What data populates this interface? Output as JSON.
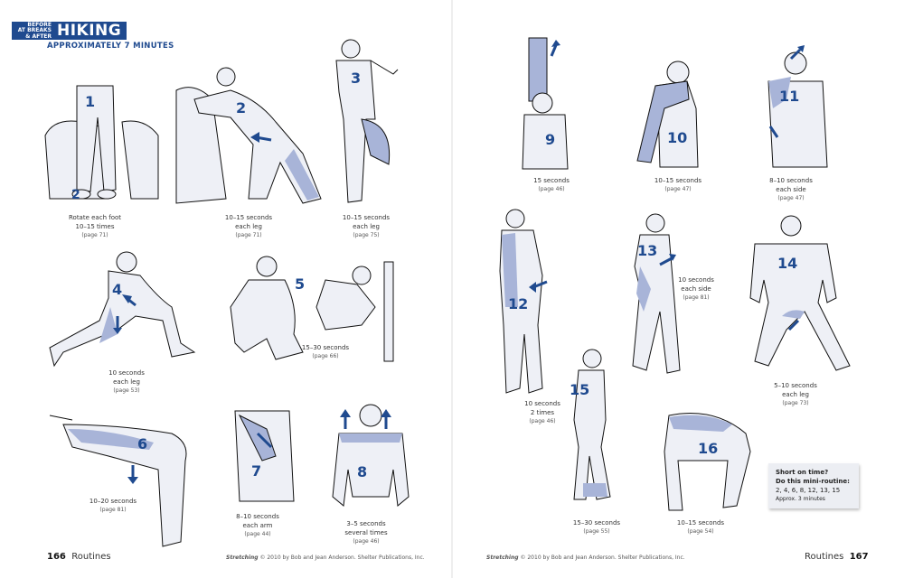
{
  "header": {
    "subtitle_lines": [
      "BEFORE",
      "AT BREAKS",
      "& AFTER"
    ],
    "title": "HIKING",
    "duration": "APPROXIMATELY 7 MINUTES"
  },
  "colors": {
    "accent": "#1f4a8f",
    "shading": "#a8b4d8",
    "figure_fill": "#eef0f6",
    "outline": "#111111"
  },
  "stretches": [
    {
      "number": "1",
      "lines": [
        "Rotate each foot",
        "10–15 times"
      ],
      "page": "(page 71)"
    },
    {
      "number": "2",
      "lines": [
        "10–15 seconds",
        "each leg"
      ],
      "page": "(page 71)"
    },
    {
      "number": "3",
      "lines": [
        "10–15 seconds",
        "each leg"
      ],
      "page": "(page 75)"
    },
    {
      "number": "4",
      "lines": [
        "10 seconds",
        "each leg"
      ],
      "page": "(page 53)"
    },
    {
      "number": "5",
      "lines": [
        "15–30 seconds"
      ],
      "page": "(page 66)"
    },
    {
      "number": "6",
      "lines": [
        "10–20 seconds"
      ],
      "page": "(page 81)"
    },
    {
      "number": "7",
      "lines": [
        "8–10 seconds",
        "each arm"
      ],
      "page": "(page 44)"
    },
    {
      "number": "8",
      "lines": [
        "3–5 seconds",
        "several times"
      ],
      "page": "(page 46)"
    },
    {
      "number": "9",
      "lines": [
        "15 seconds"
      ],
      "page": "(page 46)"
    },
    {
      "number": "10",
      "lines": [
        "10–15 seconds"
      ],
      "page": "(page 47)"
    },
    {
      "number": "11",
      "lines": [
        "8–10 seconds",
        "each side"
      ],
      "page": "(page 47)"
    },
    {
      "number": "12",
      "lines": [
        "10 seconds",
        "2 times"
      ],
      "page": "(page 46)"
    },
    {
      "number": "13",
      "lines": [
        "10 seconds",
        "each side"
      ],
      "page": "(page 81)"
    },
    {
      "number": "14",
      "lines": [
        "5–10 seconds",
        "each leg"
      ],
      "page": "(page 73)"
    },
    {
      "number": "15",
      "lines": [
        "15–30 seconds"
      ],
      "page": "(page 55)"
    },
    {
      "number": "16",
      "lines": [
        "10–15 seconds"
      ],
      "page": "(page 54)"
    }
  ],
  "mini_routine": {
    "heading_1": "Short on time?",
    "heading_2": "Do this mini-routine:",
    "sequence": "2, 4, 6, 8, 12, 13, 15",
    "approx": "Approx. 3 minutes"
  },
  "footer": {
    "left_page_number": "166",
    "left_section": "Routines",
    "right_page_number": "167",
    "right_section": "Routines",
    "credit_title": "Stretching",
    "credit_text": " © 2010 by Bob and Jean Anderson. Shelter Publications, Inc."
  }
}
